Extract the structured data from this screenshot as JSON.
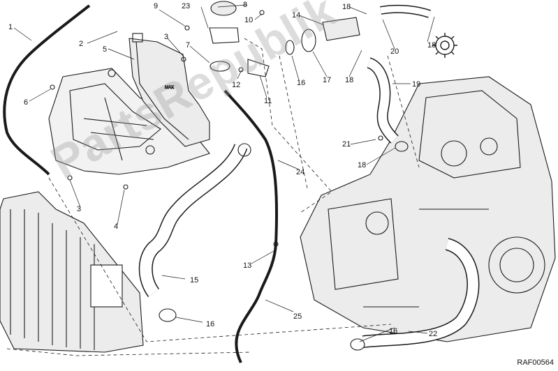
{
  "diagram": {
    "callouts": [
      "1",
      "2",
      "3",
      "4",
      "5",
      "6",
      "7",
      "8",
      "9",
      "10",
      "11",
      "12",
      "13",
      "14",
      "15",
      "16",
      "17",
      "18",
      "19",
      "20",
      "21",
      "22",
      "23",
      "24",
      "25"
    ],
    "watermark": "PartsRepublik",
    "reference_code": "RAF00564",
    "tank_marking": "MAX",
    "icons": [
      "gear-icon"
    ],
    "colors": {
      "line": "#1a1a1a",
      "part_fill": "#ececec",
      "watermark": "#9a9a9a"
    }
  }
}
